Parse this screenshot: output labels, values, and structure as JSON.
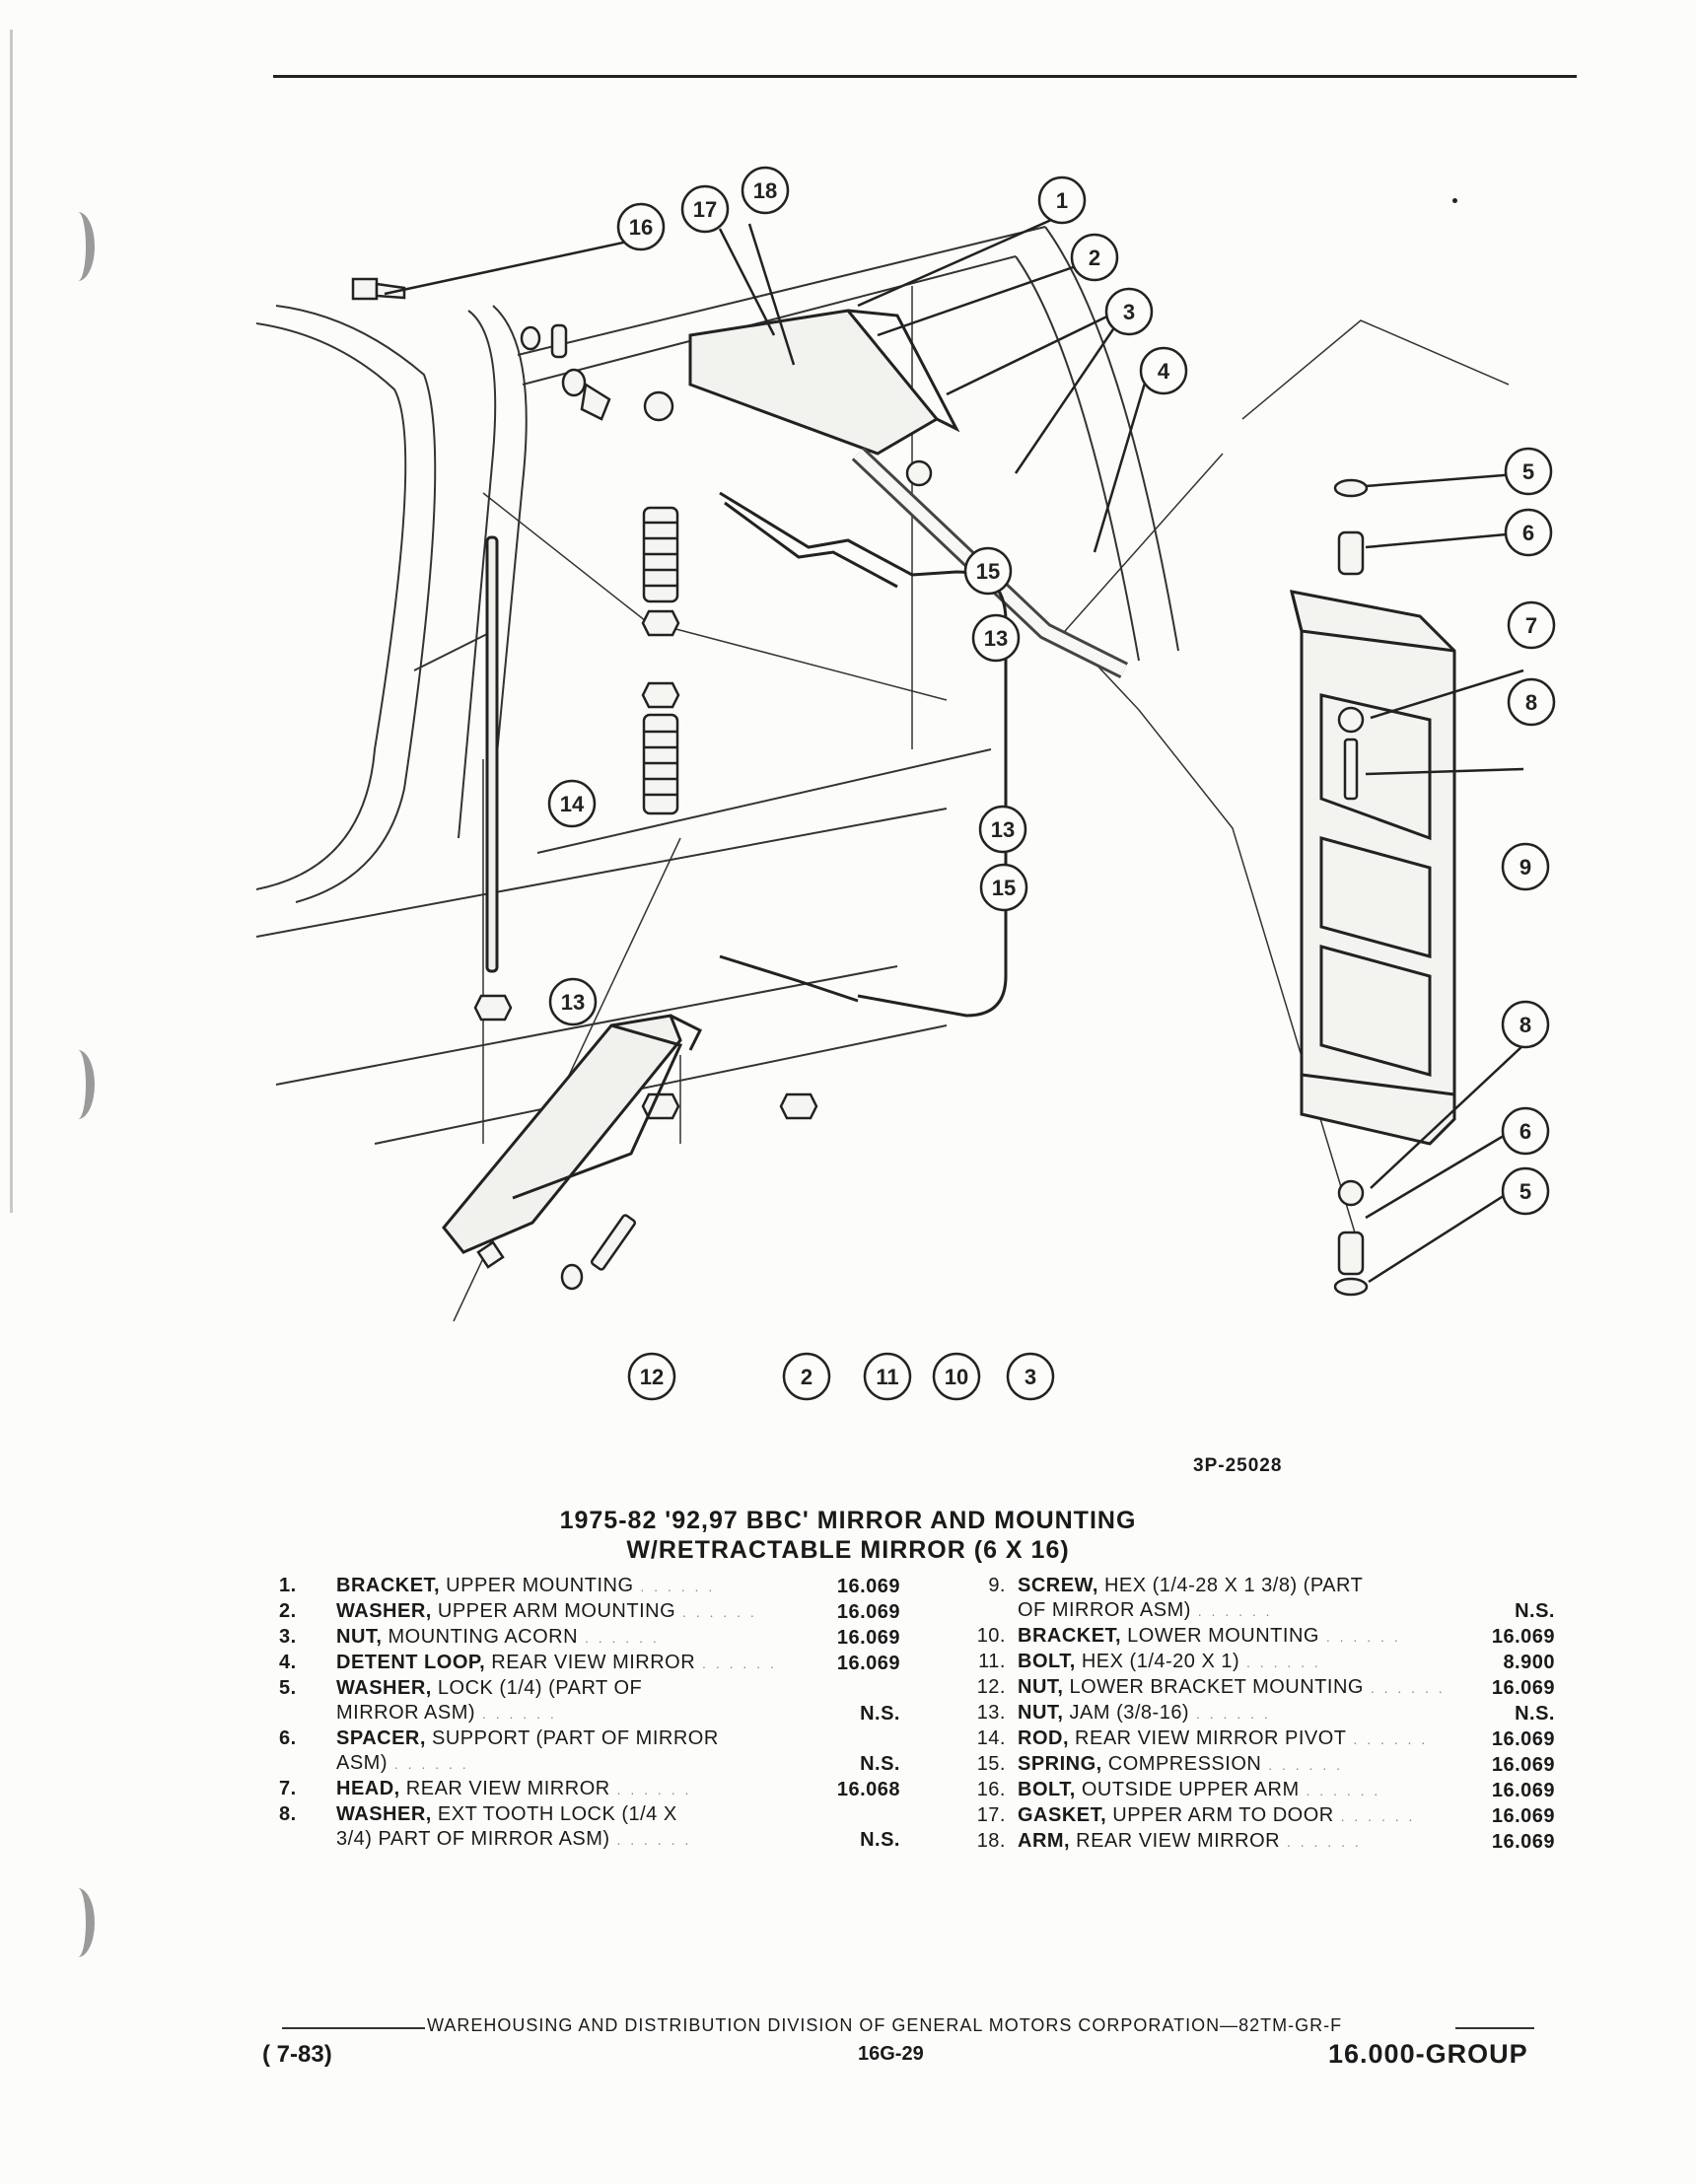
{
  "figure": {
    "code": "3P-25028",
    "callouts": [
      "16",
      "17",
      "18",
      "1",
      "2",
      "3",
      "4",
      "5",
      "6",
      "7",
      "8",
      "15",
      "13",
      "13",
      "15",
      "14",
      "13",
      "9",
      "8",
      "6",
      "5",
      "12",
      "2",
      "11",
      "10",
      "3"
    ]
  },
  "title": {
    "line1": "1975-82 '92,97 BBC' MIRROR AND MOUNTING",
    "line2": "W/RETRACTABLE MIRROR (6 X 16)"
  },
  "parts_left": [
    {
      "num": "1.",
      "name": "BRACKET,",
      "rest": " UPPER MOUNTING",
      "cont": "",
      "code": "16.069"
    },
    {
      "num": "2.",
      "name": "WASHER,",
      "rest": " UPPER ARM MOUNTING",
      "cont": "",
      "code": "16.069"
    },
    {
      "num": "3.",
      "name": "NUT,",
      "rest": " MOUNTING ACORN",
      "cont": "",
      "code": "16.069"
    },
    {
      "num": "4.",
      "name": "DETENT LOOP,",
      "rest": " REAR VIEW MIRROR",
      "cont": "",
      "code": "16.069"
    },
    {
      "num": "5.",
      "name": "WASHER,",
      "rest": " LOCK (1/4) (PART OF",
      "cont": "MIRROR ASM)",
      "code": "N.S."
    },
    {
      "num": "6.",
      "name": "SPACER,",
      "rest": " SUPPORT (PART OF MIRROR",
      "cont": "ASM)",
      "code": "N.S."
    },
    {
      "num": "7.",
      "name": "HEAD,",
      "rest": " REAR VIEW MIRROR",
      "cont": "",
      "code": "16.068"
    },
    {
      "num": "8.",
      "name": "WASHER,",
      "rest": " EXT TOOTH LOCK (1/4 X",
      "cont": "3/4) PART OF MIRROR ASM)",
      "code": "N.S."
    }
  ],
  "parts_right": [
    {
      "num": "9.",
      "name": "SCREW,",
      "rest": " HEX (1/4-28 X 1 3/8) (PART",
      "cont": "OF MIRROR ASM)",
      "code": "N.S."
    },
    {
      "num": "10.",
      "name": "BRACKET,",
      "rest": " LOWER MOUNTING",
      "cont": "",
      "code": "16.069"
    },
    {
      "num": "11.",
      "name": "BOLT,",
      "rest": " HEX (1/4-20 X 1)",
      "cont": "",
      "code": "8.900"
    },
    {
      "num": "12.",
      "name": "NUT,",
      "rest": " LOWER BRACKET MOUNTING",
      "cont": "",
      "code": "16.069"
    },
    {
      "num": "13.",
      "name": "NUT,",
      "rest": " JAM (3/8-16)",
      "cont": "",
      "code": "N.S."
    },
    {
      "num": "14.",
      "name": "ROD,",
      "rest": " REAR VIEW MIRROR PIVOT",
      "cont": "",
      "code": "16.069"
    },
    {
      "num": "15.",
      "name": "SPRING,",
      "rest": " COMPRESSION",
      "cont": "",
      "code": "16.069"
    },
    {
      "num": "16.",
      "name": "BOLT,",
      "rest": " OUTSIDE UPPER ARM",
      "cont": "",
      "code": "16.069"
    },
    {
      "num": "17.",
      "name": "GASKET,",
      "rest": " UPPER ARM TO DOOR",
      "cont": "",
      "code": "16.069"
    },
    {
      "num": "18.",
      "name": "ARM,",
      "rest": " REAR VIEW MIRROR",
      "cont": "",
      "code": "16.069"
    }
  ],
  "footer": {
    "division": "WAREHOUSING AND DISTRIBUTION DIVISION OF GENERAL MOTORS CORPORATION—82TM-GR-F",
    "date": "( 7-83)",
    "page": "16G-29",
    "group": "16.000-GROUP"
  }
}
